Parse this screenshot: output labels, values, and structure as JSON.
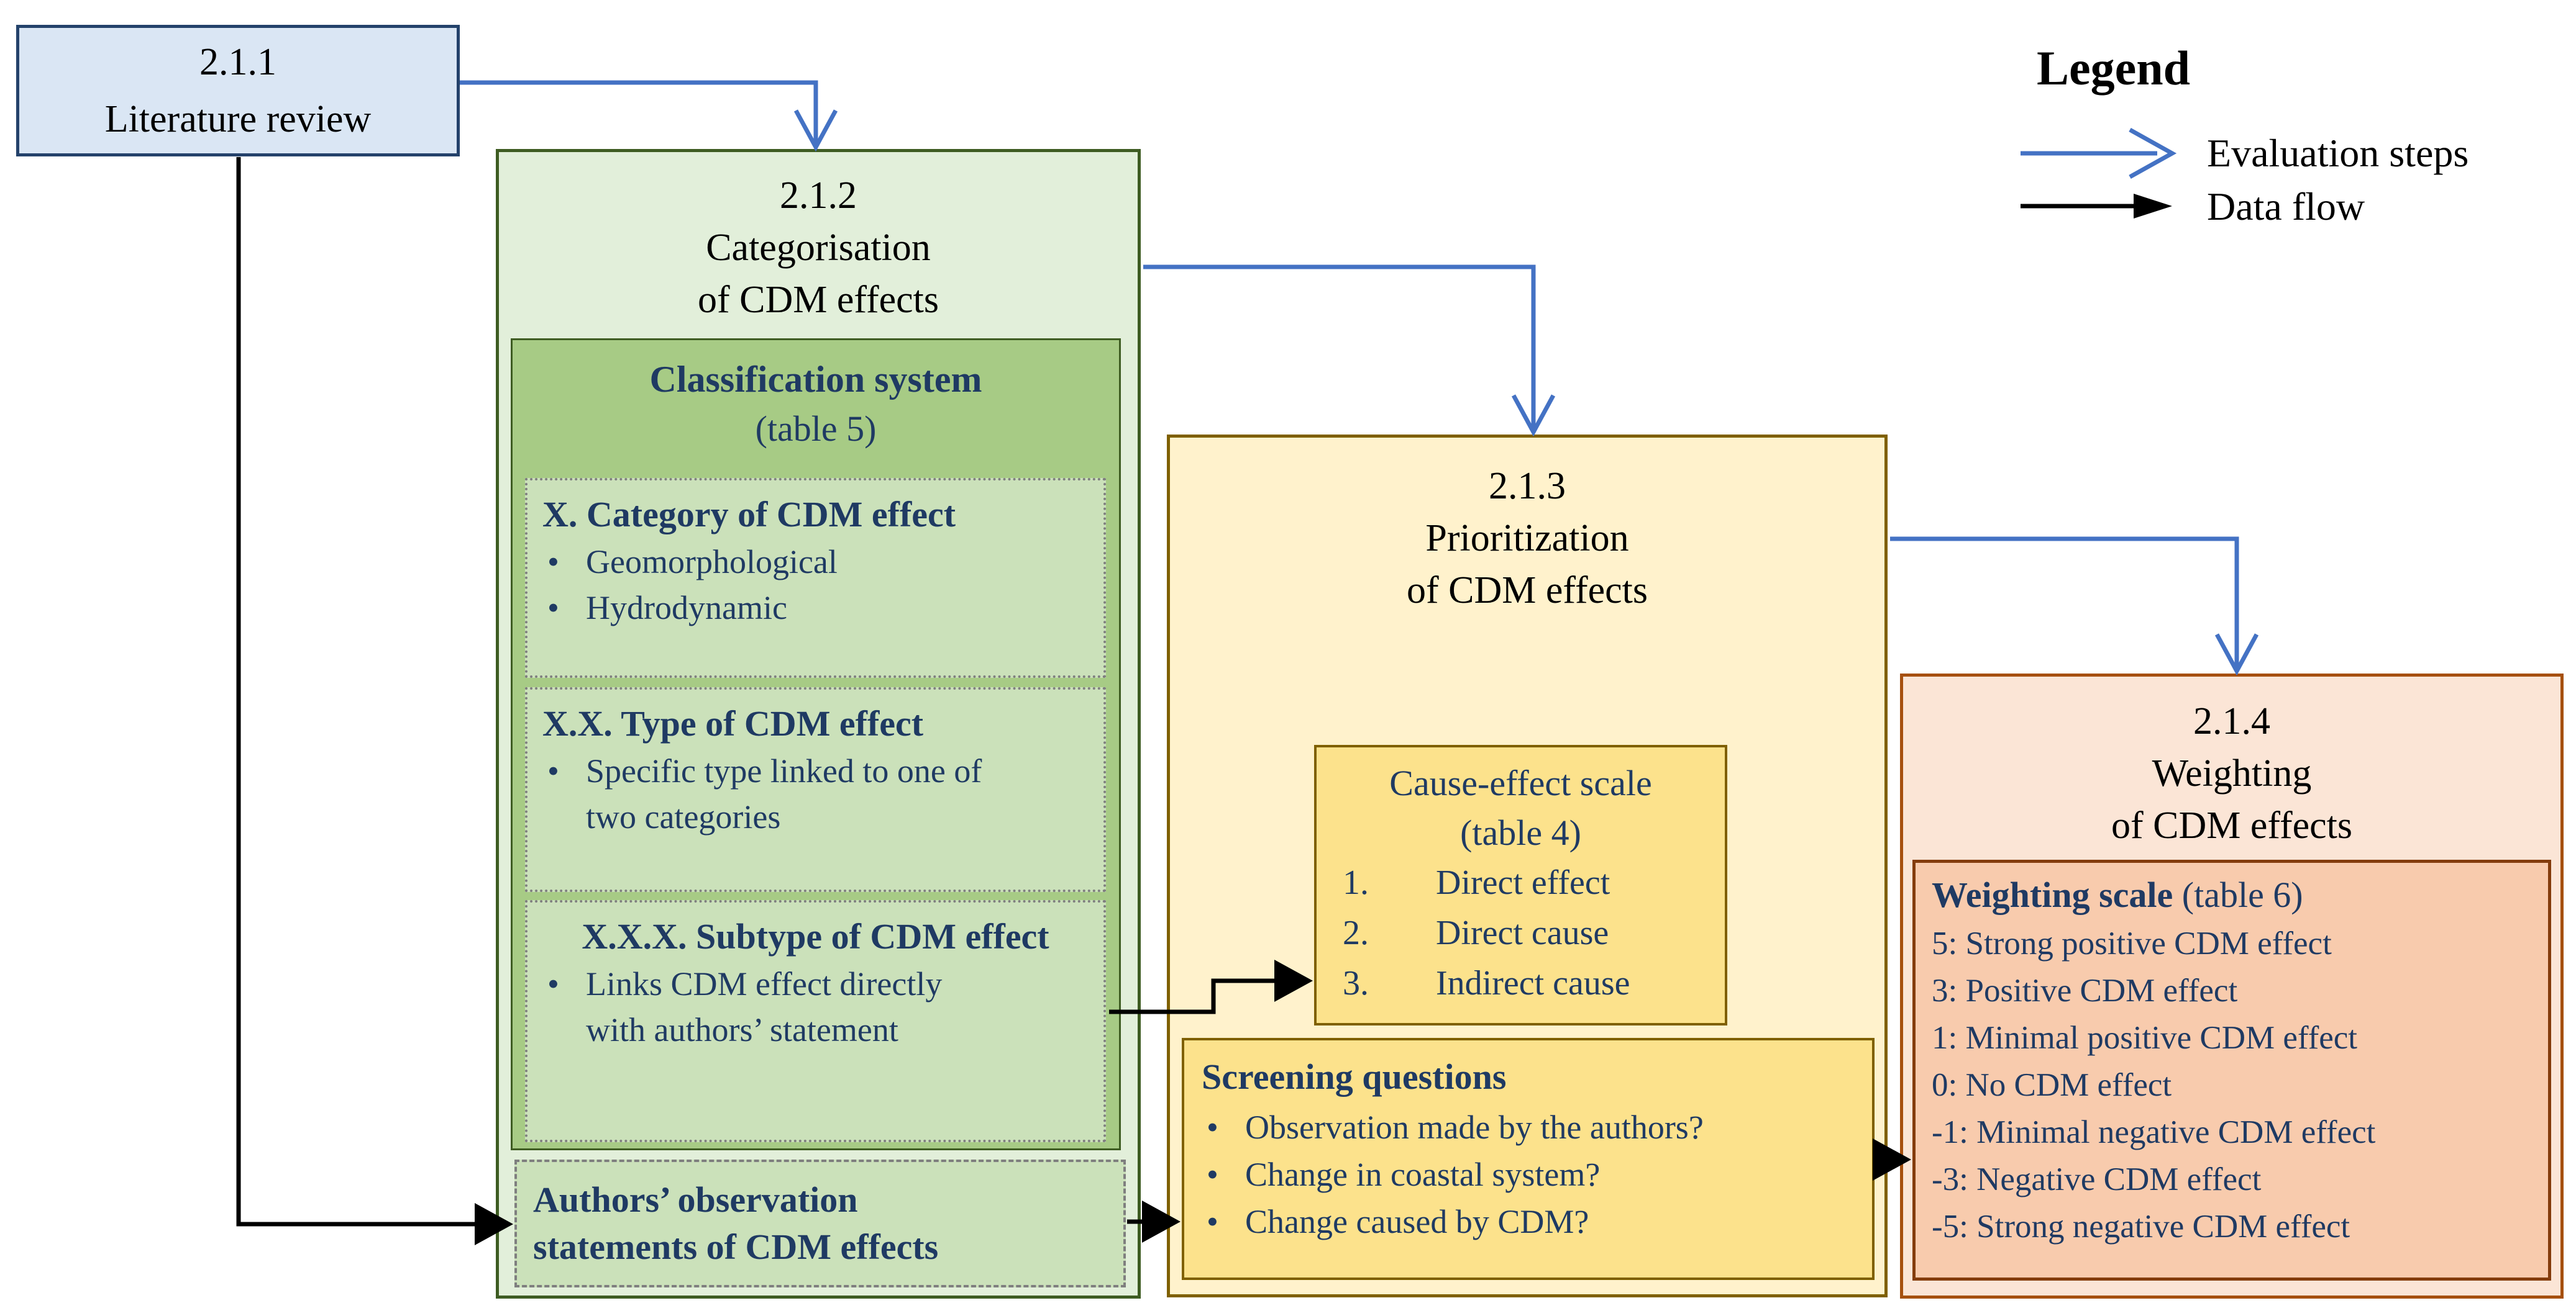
{
  "palette": {
    "evaluation_arrow": "#4472C4",
    "data_arrow": "#000000",
    "blue_fill": "#DAE6F4",
    "blue_border": "#24426B",
    "green_light": "#E2EFDA",
    "green_mid": "#A7CB85",
    "green_inner": "#CBE1BA",
    "green_border": "#3E5C22",
    "yellow_light": "#FFF2CC",
    "yellow_mid": "#FCE28C",
    "yellow_border": "#7F6000",
    "orange_light": "#FBE5D6",
    "orange_mid": "#F8CBAD",
    "orange_border": "#A6500F",
    "orange_border_inner": "#843C0C",
    "navy_text": "#1F3A63"
  },
  "legend": {
    "title": "Legend",
    "evaluation_label": "Evaluation steps",
    "data_label": "Data flow"
  },
  "step_211": {
    "number": "2.1.1",
    "title": "Literature review"
  },
  "step_212": {
    "number": "2.1.2",
    "line1": "Categorisation",
    "line2": "of CDM effects"
  },
  "classification": {
    "title": "Classification system",
    "subtitle": "(table 5)",
    "category": {
      "title": "X. Category of CDM effect",
      "bullets": [
        "Geomorphological",
        "Hydrodynamic"
      ]
    },
    "type": {
      "title": "X.X. Type of CDM effect",
      "bullets": [
        "Specific type linked to one of two categories"
      ]
    },
    "subtype": {
      "title": "X.X.X. Subtype of CDM effect",
      "bullets": [
        "Links CDM effect directly with authors’ statement"
      ]
    }
  },
  "authors": {
    "title": "Authors’ observation statements of CDM effects"
  },
  "step_213": {
    "number": "2.1.3",
    "line1": "Prioritization",
    "line2": "of CDM effects"
  },
  "cause_effect": {
    "title": "Cause-effect scale",
    "subtitle": "(table 4)",
    "items": [
      {
        "num": "1.",
        "label": "Direct effect"
      },
      {
        "num": "2.",
        "label": "Direct cause"
      },
      {
        "num": "3.",
        "label": "Indirect cause"
      }
    ]
  },
  "screening": {
    "title": "Screening questions",
    "bullets": [
      "Observation made by the authors?",
      "Change in coastal system?",
      "Change caused by CDM?"
    ]
  },
  "step_214": {
    "number": "2.1.4",
    "line1": "Weighting",
    "line2": "of CDM effects"
  },
  "weighting": {
    "title": "Weighting scale",
    "subtitle": "(table 6)",
    "rows": [
      "5: Strong positive CDM effect",
      "3: Positive CDM effect",
      "1: Minimal positive CDM effect",
      "0: No CDM effect",
      "-1: Minimal negative CDM effect",
      "-3: Negative CDM effect",
      "-5: Strong negative CDM effect"
    ]
  }
}
